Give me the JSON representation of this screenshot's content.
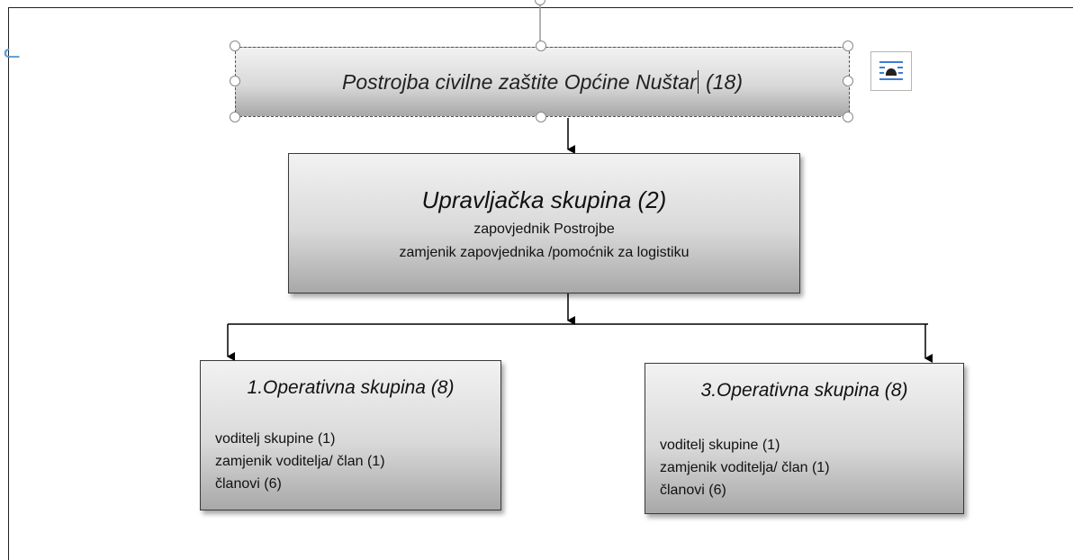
{
  "diagram": {
    "top": {
      "title": "Postrojba civilne zaštite Općine Nuštar",
      "count": "(18)"
    },
    "management": {
      "title": "Upravljačka skupina (2)",
      "line1": "zapovjednik Postrojbe",
      "line2": "zamjenik zapovjednika /pomoćnik za logistiku"
    },
    "groups": [
      {
        "title": "1.Operativna skupina (8)",
        "items": [
          "voditelj skupine (1)",
          "zamjenik voditelja/ član (1)",
          "članovi (6)"
        ]
      },
      {
        "title": "3.Operativna skupina (8)",
        "items": [
          "voditelj skupine (1)",
          "zamjenik voditelja/ član (1)",
          "članovi (6)"
        ]
      }
    ]
  },
  "icons": {
    "layout_options": "layout-options-icon",
    "text_cursor": "text-cursor-icon"
  },
  "colors": {
    "box_gradient_top": "#f2f2f2",
    "box_gradient_bottom": "#a8a8a8",
    "selection_handle": "#888888",
    "accent_blue": "#5b9bd5"
  }
}
